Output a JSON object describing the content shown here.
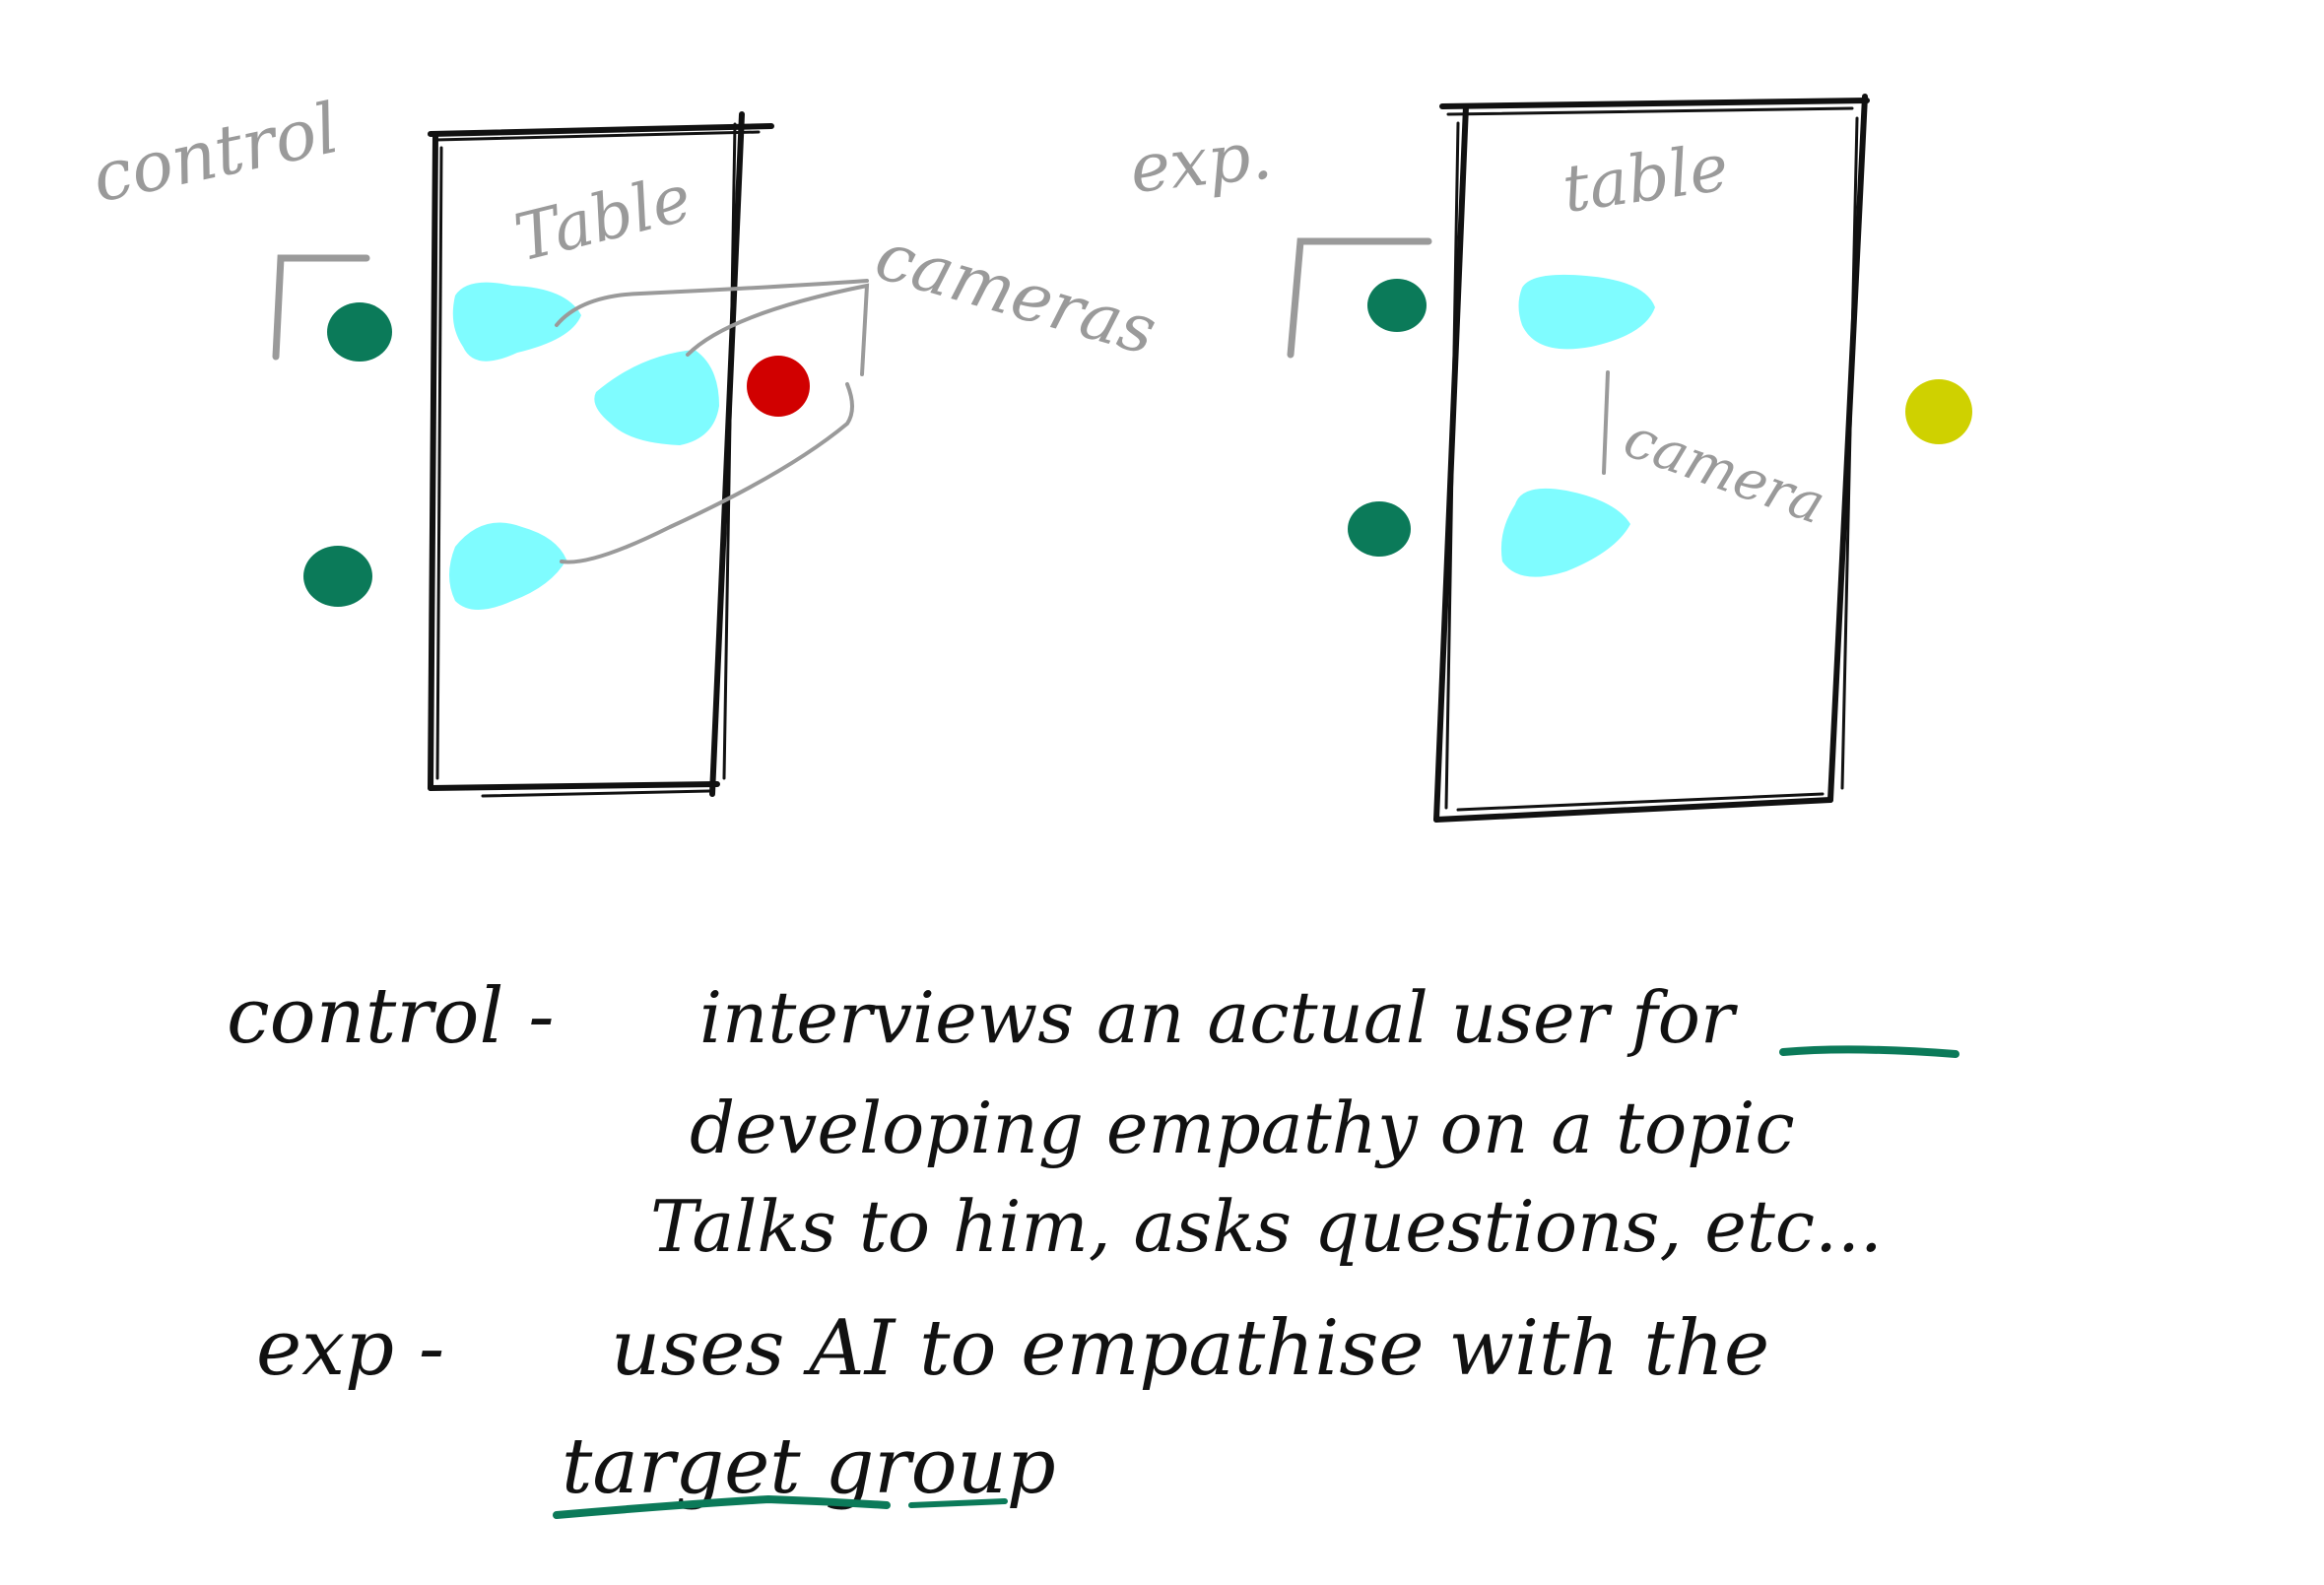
{
  "colors": {
    "ink": "#111111",
    "pencil": "#9a9a9a",
    "camera": "#7ffcff",
    "person": "#0b7a59",
    "interviewer": "#d10000",
    "ai": "#cfd100",
    "underline": "#0b7a59"
  },
  "control_diagram": {
    "title": "control",
    "table_label": "Table",
    "cameras_label": "cameras"
  },
  "exp_diagram": {
    "title": "exp.",
    "table_label": "table",
    "cameras_label": "camera"
  },
  "notes": {
    "control_label": "control -",
    "control_line1": "interviews   an   actual user for",
    "control_line2": "developing   empathy   on   a   topic",
    "control_line3": "Talks  to  him,  asks  questions,  etc...",
    "exp_label": "exp  -",
    "exp_line1": "uses   AI   to   empathise   with  the",
    "exp_line2": "target group"
  },
  "icons": {
    "camera": "camera-blob-icon",
    "person": "person-dot-icon",
    "interviewer": "interviewer-dot-icon",
    "ai": "ai-dot-icon",
    "door": "door-corner-icon"
  }
}
